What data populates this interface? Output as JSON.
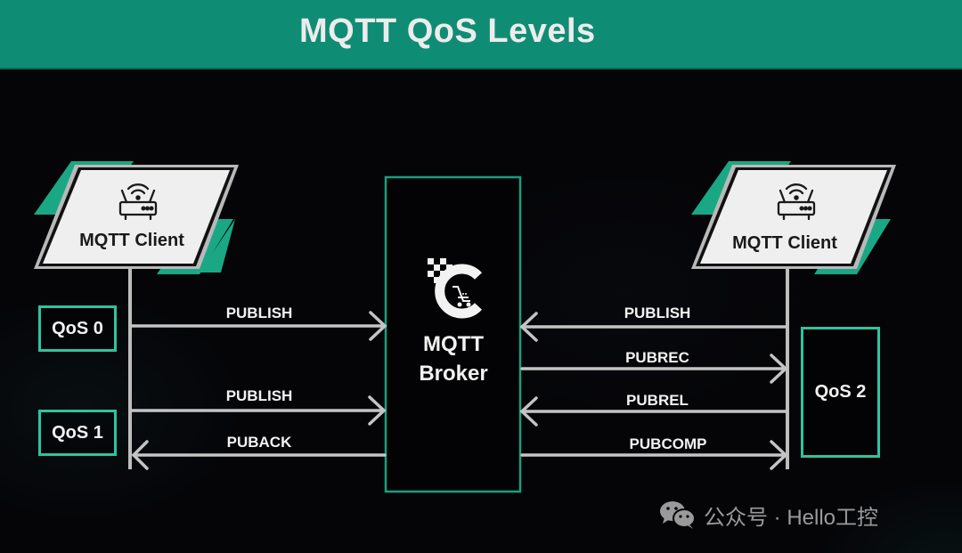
{
  "header": {
    "title": "MQTT QoS Levels",
    "background": "#0f8d74"
  },
  "colors": {
    "accent_green": "#2ec4a0",
    "line_gray": "#bdbdbd",
    "client_fill": "#efefef",
    "background": "#050508"
  },
  "left_client": {
    "label": "MQTT Client",
    "icon": "wifi-router-icon"
  },
  "right_client": {
    "label": "MQTT Client",
    "icon": "wifi-router-icon"
  },
  "broker": {
    "line1": "MQTT",
    "line2": "Broker",
    "icon": "broker-logo-icon"
  },
  "qos_levels": {
    "qos0": "QoS 0",
    "qos1": "QoS 1",
    "qos2": "QoS 2"
  },
  "messages": {
    "left": [
      {
        "label": "PUBLISH",
        "direction": "client-to-broker",
        "qos": "QoS 0"
      },
      {
        "label": "PUBLISH",
        "direction": "client-to-broker",
        "qos": "QoS 1"
      },
      {
        "label": "PUBACK",
        "direction": "broker-to-client",
        "qos": "QoS 1"
      }
    ],
    "right": [
      {
        "label": "PUBLISH",
        "direction": "client-to-broker",
        "qos": "QoS 2"
      },
      {
        "label": "PUBREC",
        "direction": "broker-to-client",
        "qos": "QoS 2"
      },
      {
        "label": "PUBREL",
        "direction": "client-to-broker",
        "qos": "QoS 2"
      },
      {
        "label": "PUBCOMP",
        "direction": "broker-to-client",
        "qos": "QoS 2"
      }
    ]
  },
  "watermark": {
    "icon": "wechat-icon",
    "text": "公众号 · Hello工控"
  }
}
